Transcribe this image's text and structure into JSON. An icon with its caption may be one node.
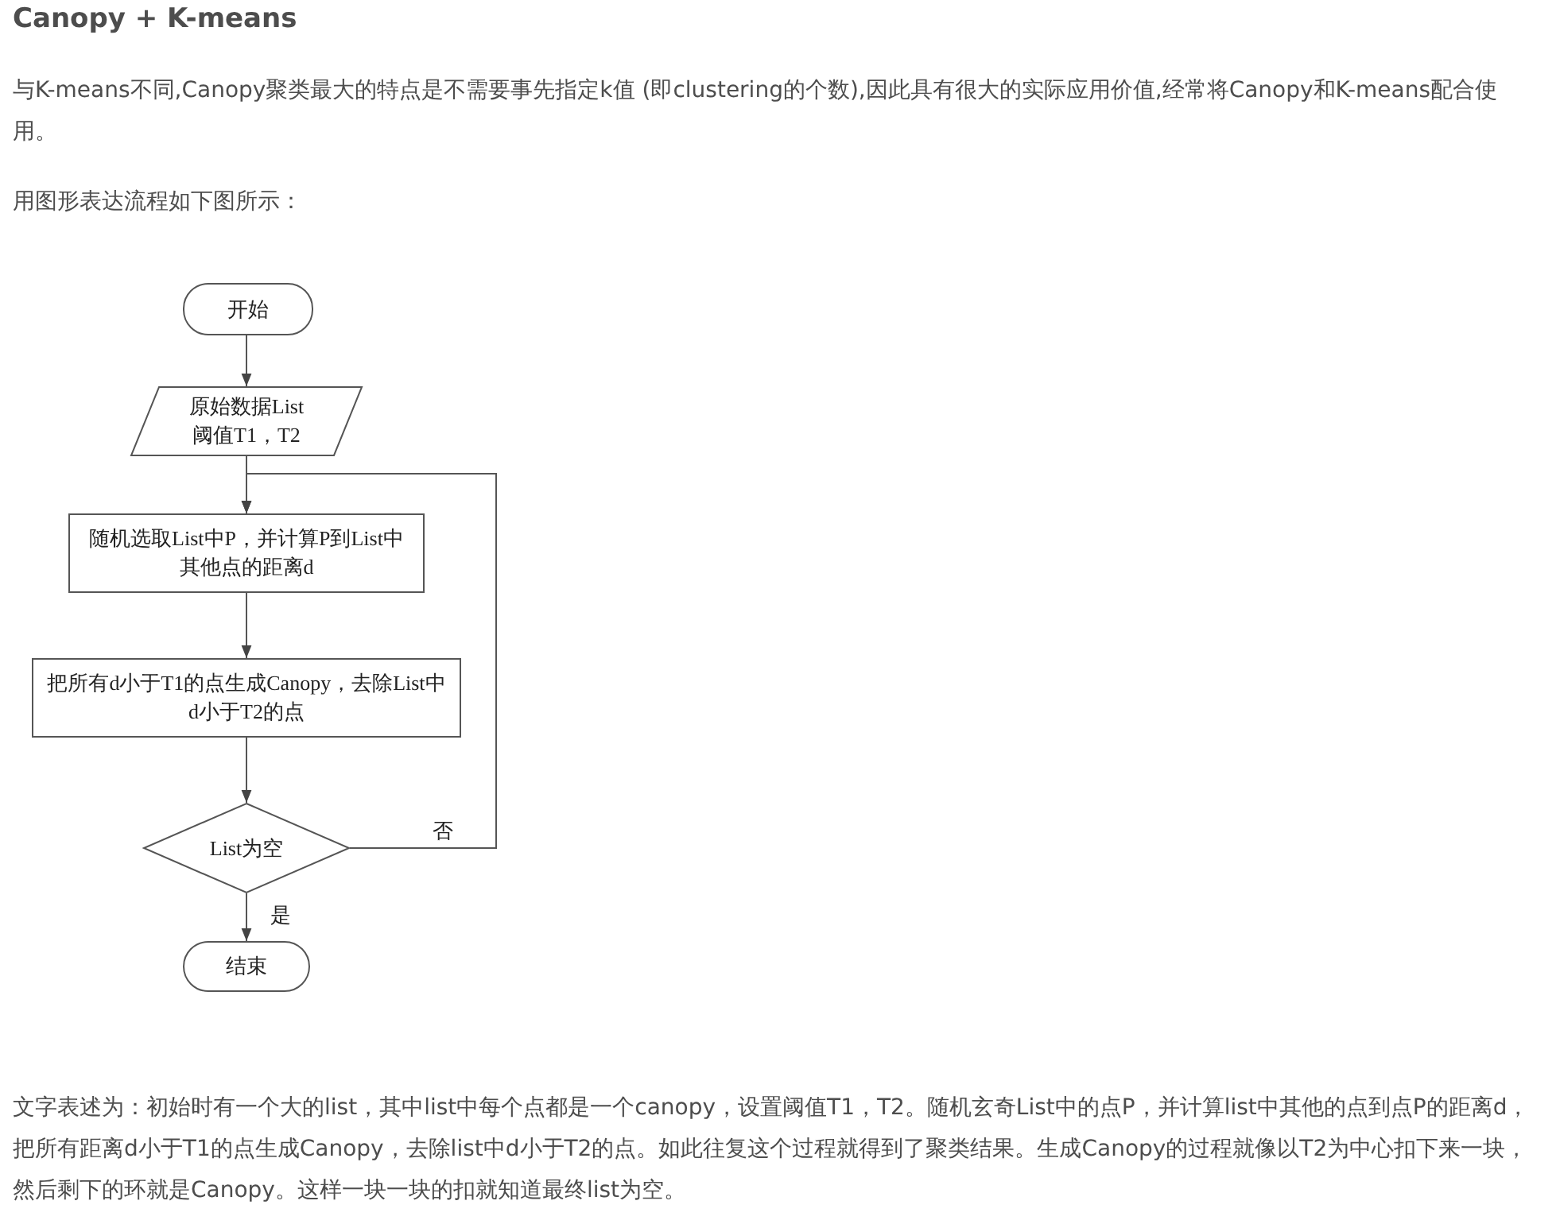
{
  "diagram": {
    "title": "Canopy + K-means",
    "nodes": [
      {
        "text": [
          "开始"
        ]
      },
      {
        "text": [
          "原始数据List",
          "阈值T1，T2"
        ]
      },
      {
        "text": [
          "随机选取List中P，并计算P到List中其他点的距离d"
        ]
      },
      {
        "text": [
          "把所有d小于T1的点生成Canopy，去除List中d小于T2的点"
        ]
      },
      {
        "text": [
          "List为空"
        ]
      },
      {
        "text": [
          "结束"
        ]
      }
    ],
    "edges": [
      {
        "from": 0,
        "to": 1,
        "arrow": "to"
      },
      {
        "from": 1,
        "to": 2,
        "arrow": "to"
      },
      {
        "from": 2,
        "to": 3,
        "arrow": "to"
      },
      {
        "from": 3,
        "to": 4,
        "arrow": "to"
      },
      {
        "from": 4,
        "to": 5,
        "arrow": "to",
        "label": "是"
      },
      {
        "from": 4,
        "to": 2,
        "arrow": "to",
        "label": "否"
      }
    ],
    "labels": [
      "与K-means不同,Canopy聚类最大的特点是不需要事先指定k值 (即clustering的个数),因此具有很大的实际应用价值,经常将Canopy和K-means配合使用。",
      "用图形表达流程如下图所示：",
      "文字表述为：初始时有一个大的list，其中list中每个点都是一个canopy，设置阈值T1，T2。随机玄奇List中的点P，并计算list中其他的点到点P的距离d，把所有距离d小于T1的点生成Canopy，去除list中d小于T2的点。如此往复这个过程就得到了聚类结果。生成Canopy的过程就像以T2为中心扣下来一块，然后剩下的环就是Canopy。这样一块一块的扣就知道最终list为空。"
    ]
  }
}
